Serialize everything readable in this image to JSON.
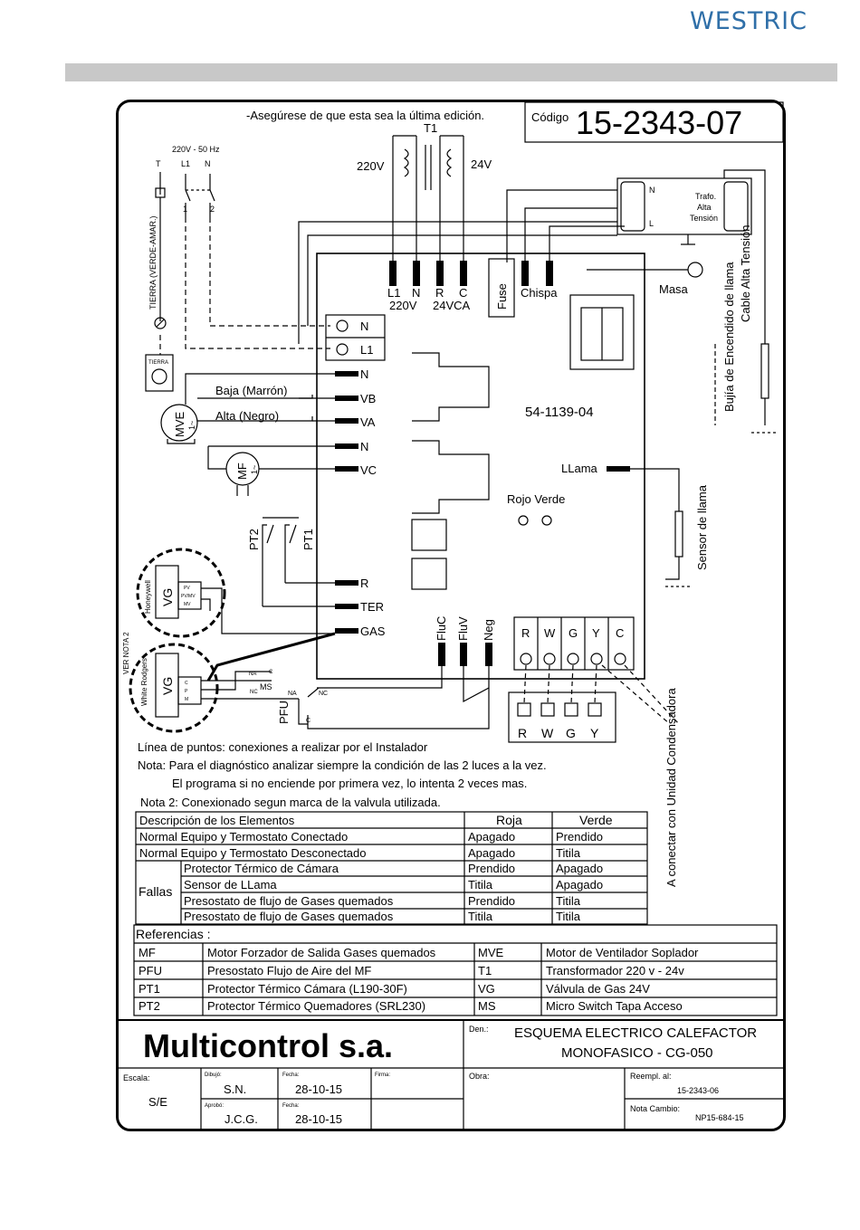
{
  "brand": "WESTRIC",
  "header": {
    "edition_note": "-Asegúrese de que esta sea la última edición.",
    "code_label": "Código",
    "code_value": "15-2343-07"
  },
  "supply": {
    "voltage": "220V - 50 Hz",
    "t": "T",
    "l1": "L1",
    "n": "N",
    "pin1": "1",
    "pin2": "2",
    "earth_wire": "TIERRA (VERDE-AMAR.)",
    "earth_block": "TIERRA"
  },
  "transformer": {
    "name": "T1",
    "primary": "220V",
    "secondary": "24V"
  },
  "hv_transformer": {
    "line1": "Trafo.",
    "line2": "Alta",
    "line3": "Tensión",
    "n": "N",
    "l": "L"
  },
  "board": {
    "top_terminals": [
      "L1",
      "N",
      "R",
      "C"
    ],
    "label_220": "220V",
    "label_24": "24VCA",
    "fuse": "Fuse",
    "chispa": "Chispa",
    "masa": "Masa",
    "model": "54-1139-04",
    "llama": "LLama",
    "leds": "Rojo Verde",
    "left_terminals": [
      "N",
      "VB",
      "VA",
      "N",
      "VC",
      "R",
      "TER",
      "GAS"
    ],
    "block_n": "N",
    "block_l1": "L1",
    "bottom_terminals": [
      "FluC",
      "FluV",
      "Neg"
    ],
    "thermostat_terms": [
      "R",
      "W",
      "G",
      "Y",
      "C"
    ]
  },
  "components": {
    "mve": "MVE",
    "mve_sub": "1~",
    "baja": "Baja (Marrón)",
    "alta": "Alta (Negro)",
    "mf": "MF",
    "mf_sub": "1~",
    "pt1": "PT1",
    "pt2": "PT2",
    "vg": "VG",
    "honeywell": "Honeywell",
    "white_rodgers": "White Rodgers",
    "ver_nota": "VER NOTA 2",
    "ms": "MS",
    "pfu": "PFU",
    "na": "NA",
    "nc": "NC",
    "c": "C",
    "valve_pins_h": [
      "PV",
      "PV/MV",
      "MV"
    ],
    "valve_pins_w": [
      "C",
      "P",
      "M"
    ],
    "cable_alta": "Cable Alta Tensión",
    "bujia": "Bujía de Encendido de llama",
    "sensor": "Sensor de llama",
    "condensadora": "A conectar con Unidad Condensadora",
    "ext_terms": [
      "R",
      "W",
      "G",
      "Y"
    ]
  },
  "notes": [
    "Línea de puntos: conexiones a realizar por el Instalador",
    "Nota: Para el diagnóstico analizar siempre la condición de las 2 luces a la vez.",
    "El programa si no enciende por primera vez, lo intenta 2 veces mas.",
    "Nota 2: Conexionado segun marca de la valvula utilizada."
  ],
  "states_table": {
    "headers": [
      "Descripción de los Elementos",
      "Roja",
      "Verde"
    ],
    "rows": [
      [
        "Normal Equipo y Termostato Conectado",
        "Apagado",
        "Prendido"
      ],
      [
        "Normal Equipo y Termostato Desconectado",
        "Apagado",
        "Titila"
      ]
    ],
    "fallas_label": "Fallas",
    "fallas_rows": [
      [
        "Protector Térmico de Cámara",
        "Prendido",
        "Apagado"
      ],
      [
        "Sensor de LLama",
        "Titila",
        "Apagado"
      ],
      [
        "Presostato de flujo de Gases quemados",
        "Prendido",
        "Titila"
      ],
      [
        "Presostato de flujo de Gases quemados",
        "Titila",
        "Titila"
      ]
    ]
  },
  "references": {
    "title": "Referencias :",
    "rows": [
      [
        "MF",
        "Motor  Forzador de Salida Gases quemados",
        "MVE",
        "Motor de Ventilador Soplador"
      ],
      [
        "PFU",
        "Presostato Flujo de Aire del MF",
        "T1",
        "Transformador  220 v - 24v"
      ],
      [
        "PT1",
        "Protector Térmico Cámara (L190-30F)",
        "VG",
        "Válvula de Gas 24V"
      ],
      [
        "PT2",
        "Protector Térmico Quemadores (SRL230)",
        "MS",
        "Micro Switch Tapa Acceso"
      ]
    ]
  },
  "title_block": {
    "company": "Multicontrol s.a.",
    "den_label": "Den.:",
    "title_line1": "ESQUEMA ELECTRICO CALEFACTOR",
    "title_line2": "MONOFASICO - CG-050",
    "escala_label": "Escala:",
    "escala_value": "S/E",
    "dibujo_label": "Dibujó:",
    "dibujo_value": "S.N.",
    "fecha_label": "Fecha:",
    "fecha1": "28-10-15",
    "firma_label": "Firma:",
    "aprobo_label": "Aprobó:",
    "aprobo_value": "J.C.G.",
    "fecha2": "28-10-15",
    "obra_label": "Obra:",
    "reempl_label": "Reempl. al:",
    "reempl_value": "15-2343-06",
    "nota_label": "Nota Cambio:",
    "nota_value": "NP15-684-15"
  }
}
